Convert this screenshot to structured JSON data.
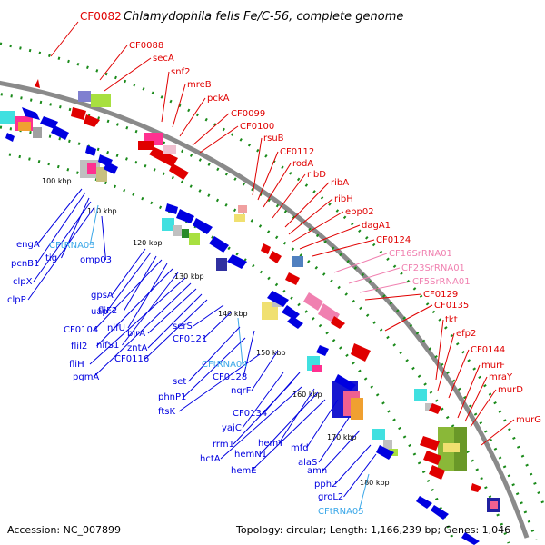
{
  "title": {
    "code": "CF0082",
    "organism": "Chlamydophila felis Fe/C-56, complete genome"
  },
  "footer": {
    "accession": "Accession: NC_007899",
    "summary": "Topology: circular; Length: 1,166,239 bp; Genes: 1,046"
  },
  "colors": {
    "forward": "#e00000",
    "reverse": "#0000e0",
    "rna": "#3aa7e8",
    "rrna": "#f080b0",
    "backbone": "#8a8a8a",
    "dots": "#1a8a1a"
  },
  "kbp_ticks": [
    "100 kbp",
    "110 kbp",
    "120 kbp",
    "130 kbp",
    "140 kbp",
    "150 kbp",
    "160 kbp",
    "170 kbp",
    "180 kbp"
  ],
  "labels_top": [
    {
      "text": "CF0088",
      "color": "forward"
    },
    {
      "text": "secA",
      "color": "forward"
    },
    {
      "text": "snf2",
      "color": "forward"
    },
    {
      "text": "mreB",
      "color": "forward"
    },
    {
      "text": "pckA",
      "color": "forward"
    },
    {
      "text": "CF0099",
      "color": "forward"
    },
    {
      "text": "CF0100",
      "color": "forward"
    },
    {
      "text": "rsuB",
      "color": "forward"
    },
    {
      "text": "CF0112",
      "color": "forward"
    },
    {
      "text": "rodA",
      "color": "forward"
    },
    {
      "text": "ribD",
      "color": "forward"
    },
    {
      "text": "ribA",
      "color": "forward"
    },
    {
      "text": "ribH",
      "color": "forward"
    },
    {
      "text": "ebp02",
      "color": "forward"
    },
    {
      "text": "dagA1",
      "color": "forward"
    },
    {
      "text": "CF0124",
      "color": "forward"
    },
    {
      "text": "CF16SrRNA01",
      "color": "rrna"
    },
    {
      "text": "CF23SrRNA01",
      "color": "rrna"
    },
    {
      "text": "CF5SrRNA01",
      "color": "rrna"
    },
    {
      "text": "CF0129",
      "color": "forward"
    },
    {
      "text": "CF0135",
      "color": "forward"
    },
    {
      "text": "tkt",
      "color": "forward"
    },
    {
      "text": "efp2",
      "color": "forward"
    },
    {
      "text": "CF0144",
      "color": "forward"
    },
    {
      "text": "murF",
      "color": "forward"
    },
    {
      "text": "mraY",
      "color": "forward"
    },
    {
      "text": "murD",
      "color": "forward"
    },
    {
      "text": "murG",
      "color": "forward"
    }
  ],
  "labels_bottom": [
    {
      "text": "engA",
      "color": "reverse"
    },
    {
      "text": "CFtRNA03",
      "color": "rna"
    },
    {
      "text": "pcnB1",
      "color": "reverse"
    },
    {
      "text": "tig",
      "color": "reverse"
    },
    {
      "text": "clpX",
      "color": "reverse"
    },
    {
      "text": "clpP",
      "color": "reverse"
    },
    {
      "text": "omp03",
      "color": "reverse"
    },
    {
      "text": "gpsA",
      "color": "reverse"
    },
    {
      "text": "uap",
      "color": "reverse"
    },
    {
      "text": "fliF2",
      "color": "reverse"
    },
    {
      "text": "CF0104",
      "color": "reverse"
    },
    {
      "text": "nifU",
      "color": "reverse"
    },
    {
      "text": "fliI2",
      "color": "reverse"
    },
    {
      "text": "nifS1",
      "color": "reverse"
    },
    {
      "text": "fliH",
      "color": "reverse"
    },
    {
      "text": "pgmA",
      "color": "reverse"
    },
    {
      "text": "birA",
      "color": "reverse"
    },
    {
      "text": "zntA",
      "color": "reverse"
    },
    {
      "text": "CF0116",
      "color": "reverse"
    },
    {
      "text": "serS",
      "color": "reverse"
    },
    {
      "text": "CF0121",
      "color": "reverse"
    },
    {
      "text": "CFtRNA04",
      "color": "rna"
    },
    {
      "text": "set",
      "color": "reverse"
    },
    {
      "text": "CF0128",
      "color": "reverse"
    },
    {
      "text": "phnP1",
      "color": "reverse"
    },
    {
      "text": "nqrF",
      "color": "reverse"
    },
    {
      "text": "ftsK",
      "color": "reverse"
    },
    {
      "text": "CF0134",
      "color": "reverse"
    },
    {
      "text": "yajC",
      "color": "reverse"
    },
    {
      "text": "rrm1",
      "color": "reverse"
    },
    {
      "text": "hemY",
      "color": "reverse"
    },
    {
      "text": "hctA",
      "color": "reverse"
    },
    {
      "text": "hemN1",
      "color": "reverse"
    },
    {
      "text": "mfd",
      "color": "reverse"
    },
    {
      "text": "hemE",
      "color": "reverse"
    },
    {
      "text": "alaS",
      "color": "reverse"
    },
    {
      "text": "amn",
      "color": "reverse"
    },
    {
      "text": "pph2",
      "color": "reverse"
    },
    {
      "text": "groL2",
      "color": "reverse"
    },
    {
      "text": "CFtRNA05",
      "color": "rna"
    }
  ]
}
